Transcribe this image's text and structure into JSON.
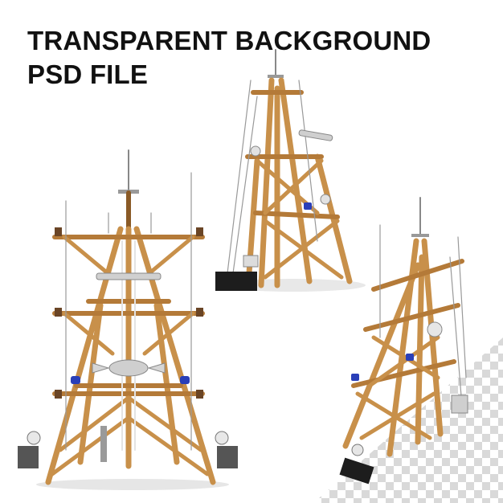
{
  "header": {
    "line1": "TRANSPARENT BACKGROUND",
    "line2": "PSD FILE"
  },
  "colors": {
    "background": "#ffffff",
    "heading_text": "#111111",
    "mast_wood": "#c8904a",
    "mast_wood_dark": "#8a5a26",
    "checker_light": "#ffffff",
    "checker_dark": "#d9d9d9"
  },
  "scene": {
    "objects": [
      "ship-mast-front",
      "ship-mast-perspective-top",
      "ship-mast-perspective-bottom"
    ],
    "transparency_pattern": "checkerboard"
  }
}
